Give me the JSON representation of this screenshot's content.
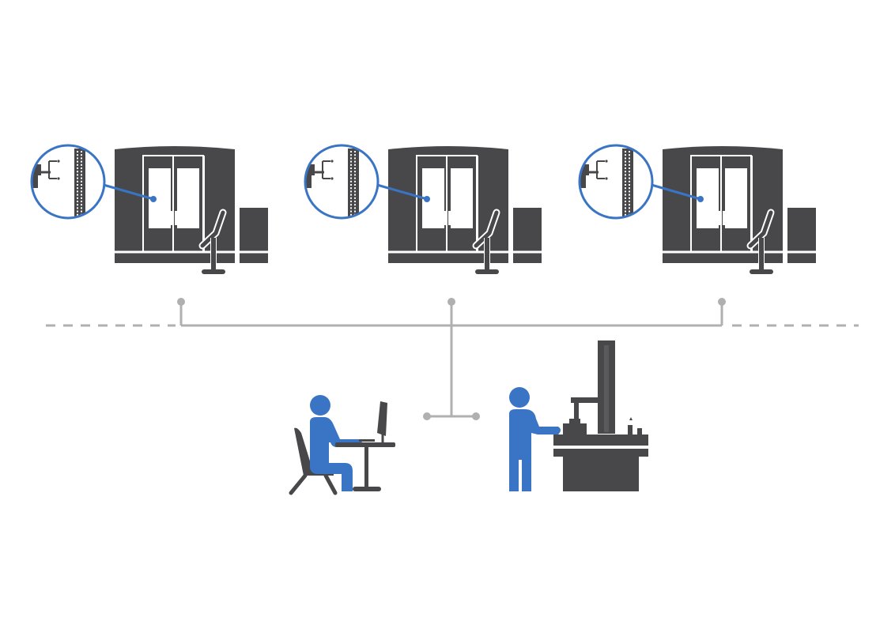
{
  "colors": {
    "machine_fill": "#48484a",
    "accent_blue": "#3a74c4",
    "network_line": "#b0b0b0",
    "background": "#ffffff"
  },
  "icons": {
    "machine": "cnc-machining-center-icon",
    "detail": "tool-magazine-detail-icon",
    "operator": "operator-at-computer-icon",
    "inspector": "operator-at-measuring-machine-icon"
  },
  "machines": [
    {
      "id": "machine-1"
    },
    {
      "id": "machine-2"
    },
    {
      "id": "machine-3"
    }
  ]
}
